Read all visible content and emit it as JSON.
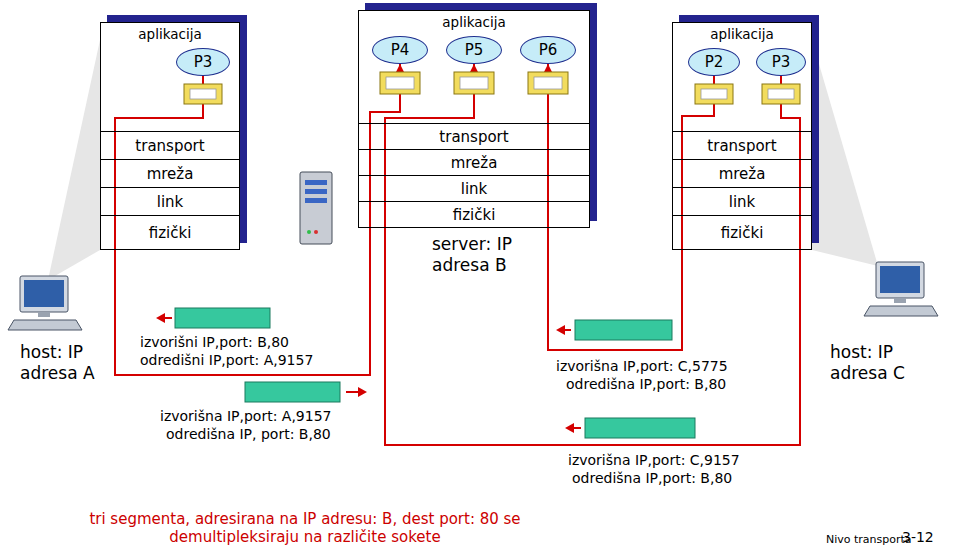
{
  "diagram": {
    "caption": "tri segmenta, adresirana na IP adresu: B, dest port: 80 se demultipleksiraju na različite sokete",
    "nodes": [
      {
        "text": [
          "host: IP adresa A"
        ]
      },
      {
        "text": [
          "aplikacija"
        ],
        "in": 0
      },
      {
        "text": [
          "P3"
        ],
        "in": 1
      },
      {
        "text": [
          "transport"
        ],
        "in": 0
      },
      {
        "text": [
          "mreža"
        ],
        "in": 0
      },
      {
        "text": [
          "link"
        ],
        "in": 0
      },
      {
        "text": [
          "fizički"
        ],
        "in": 0
      },
      {
        "text": [
          "server: IP adresa B"
        ]
      },
      {
        "text": [
          "aplikacija"
        ],
        "in": 7
      },
      {
        "text": [
          "P4"
        ],
        "in": 8
      },
      {
        "text": [
          "P5"
        ],
        "in": 8
      },
      {
        "text": [
          "P6"
        ],
        "in": 8
      },
      {
        "text": [
          "transport"
        ],
        "in": 7
      },
      {
        "text": [
          "mreža"
        ],
        "in": 7
      },
      {
        "text": [
          "link"
        ],
        "in": 7
      },
      {
        "text": [
          "fizički"
        ],
        "in": 7
      },
      {
        "text": [
          "host: IP adresa C"
        ]
      },
      {
        "text": [
          "aplikacija"
        ],
        "in": 16
      },
      {
        "text": [
          "P2"
        ],
        "in": 17
      },
      {
        "text": [
          "P3"
        ],
        "in": 17
      },
      {
        "text": [
          "transport"
        ],
        "in": 16
      },
      {
        "text": [
          "mreža"
        ],
        "in": 16
      },
      {
        "text": [
          "link"
        ],
        "in": 16
      },
      {
        "text": [
          "fizički"
        ],
        "in": 16
      }
    ],
    "edges": [
      {
        "from": 2,
        "to": 9,
        "arrow": "to"
      },
      {
        "from": 18,
        "to": 11,
        "arrow": "to"
      },
      {
        "from": 19,
        "to": 10,
        "arrow": "to"
      }
    ],
    "labels": [
      "izvorišni IP,port: B,80",
      "odredišni IP,port: A,9157",
      "izvorišna IP,port: A,9157",
      "odredišna IP, port: B,80",
      "izvorišna IP,port: C,5775",
      "odredišna IP,port: B,80",
      "izvorišna IP,port: C,9157",
      "odredišna IP,port: B,80",
      "Nivo transporta",
      "3-12"
    ]
  }
}
